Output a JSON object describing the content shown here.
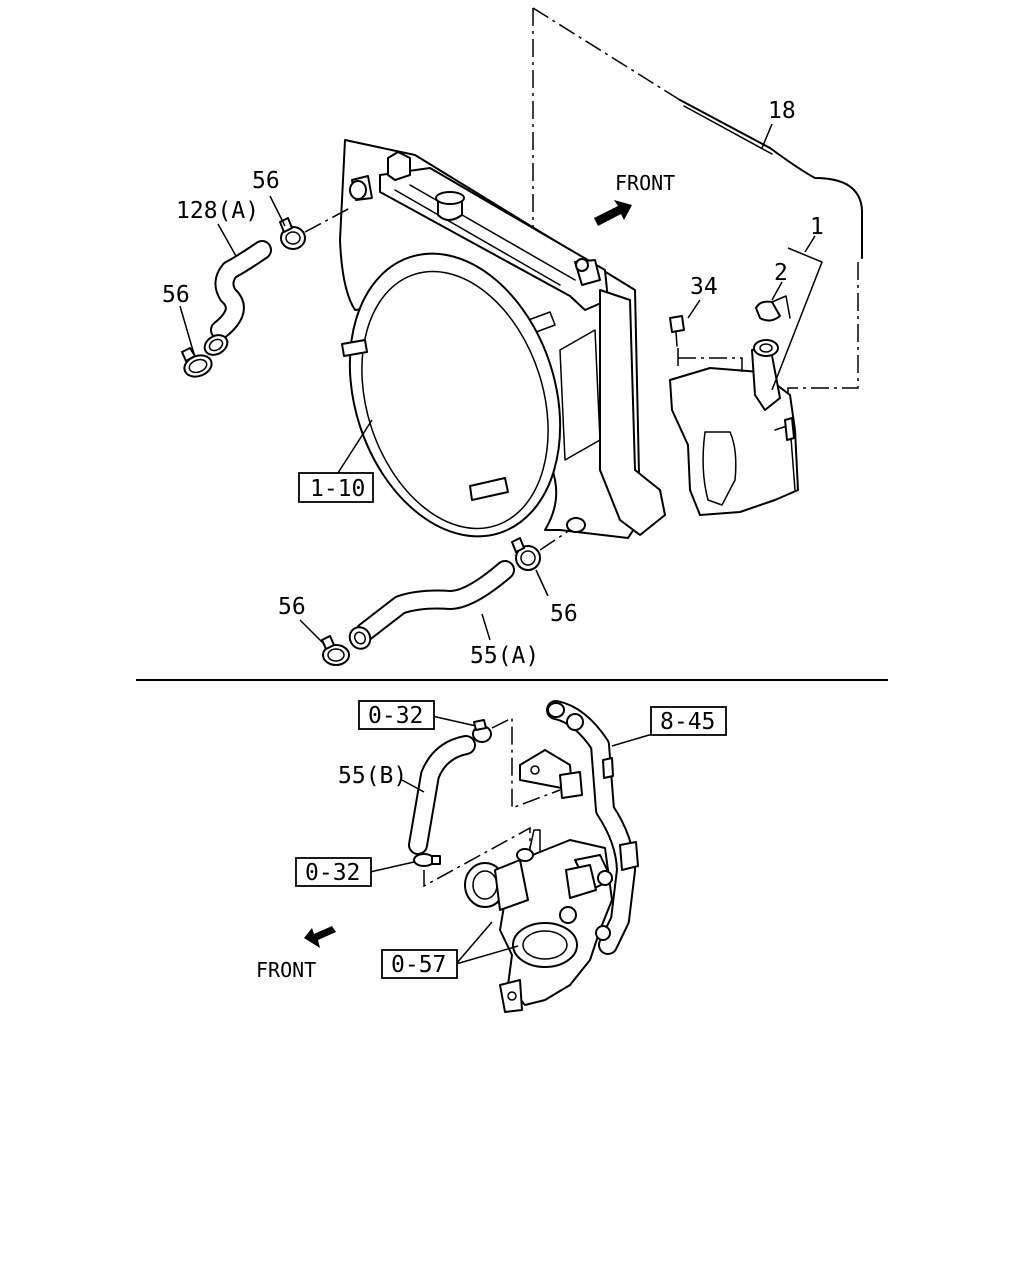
{
  "labels": {
    "p18": "18",
    "front_top": "FRONT",
    "p1": "1",
    "p2": "2",
    "p34": "34",
    "p56_top": "56",
    "p128a": "128(A)",
    "p56_left": "56",
    "ref_1_10": "1-10",
    "p56_bottom_left": "56",
    "p56_bottom_right": "56",
    "p55a": "55(A)",
    "ref_0_32_top": "0-32",
    "ref_8_45": "8-45",
    "p55b": "55(B)",
    "ref_0_32_mid": "0-32",
    "ref_0_57": "0-57",
    "front_bottom": "FRONT"
  }
}
